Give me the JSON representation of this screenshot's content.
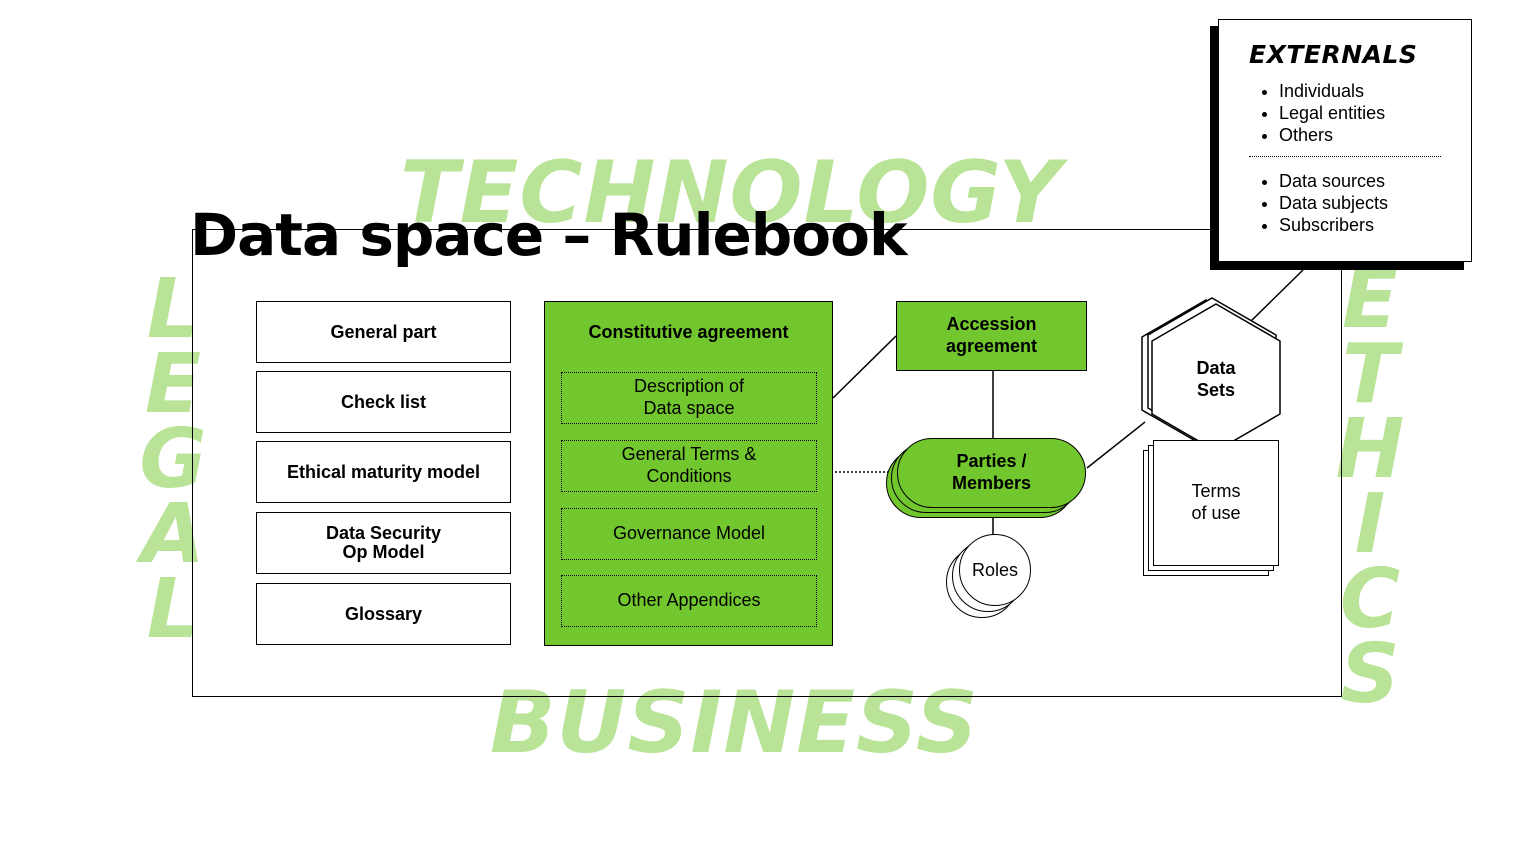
{
  "watermarks": {
    "technology": "TECHNOLOGY",
    "business": "BUSINESS",
    "legal": [
      "L",
      "E",
      "G",
      "A",
      "L"
    ],
    "ethics": [
      "E",
      "T",
      "H",
      "I",
      "C",
      "S"
    ]
  },
  "title": "Data space – Rulebook",
  "left_boxes": [
    "General part",
    "Check list",
    "Ethical maturity model",
    "Data Security\nOp Model",
    "Glossary"
  ],
  "constitutive": {
    "title": "Constitutive agreement",
    "items": [
      "Description of\nData space",
      "General Terms &\nConditions",
      "Governance Model",
      "Other Appendices"
    ]
  },
  "accession": "Accession\nagreement",
  "parties": "Parties /\nMembers",
  "roles": "Roles",
  "data_sets": "Data\nSets",
  "terms_of_use": "Terms\nof use",
  "externals": {
    "title": "EXTERNALS",
    "group1": [
      "Individuals",
      "Legal entities",
      "Others"
    ],
    "group2": [
      "Data sources",
      "Data subjects",
      "Subscribers"
    ]
  },
  "colors": {
    "green": "#72c72f",
    "watermark": "#b9e397"
  }
}
